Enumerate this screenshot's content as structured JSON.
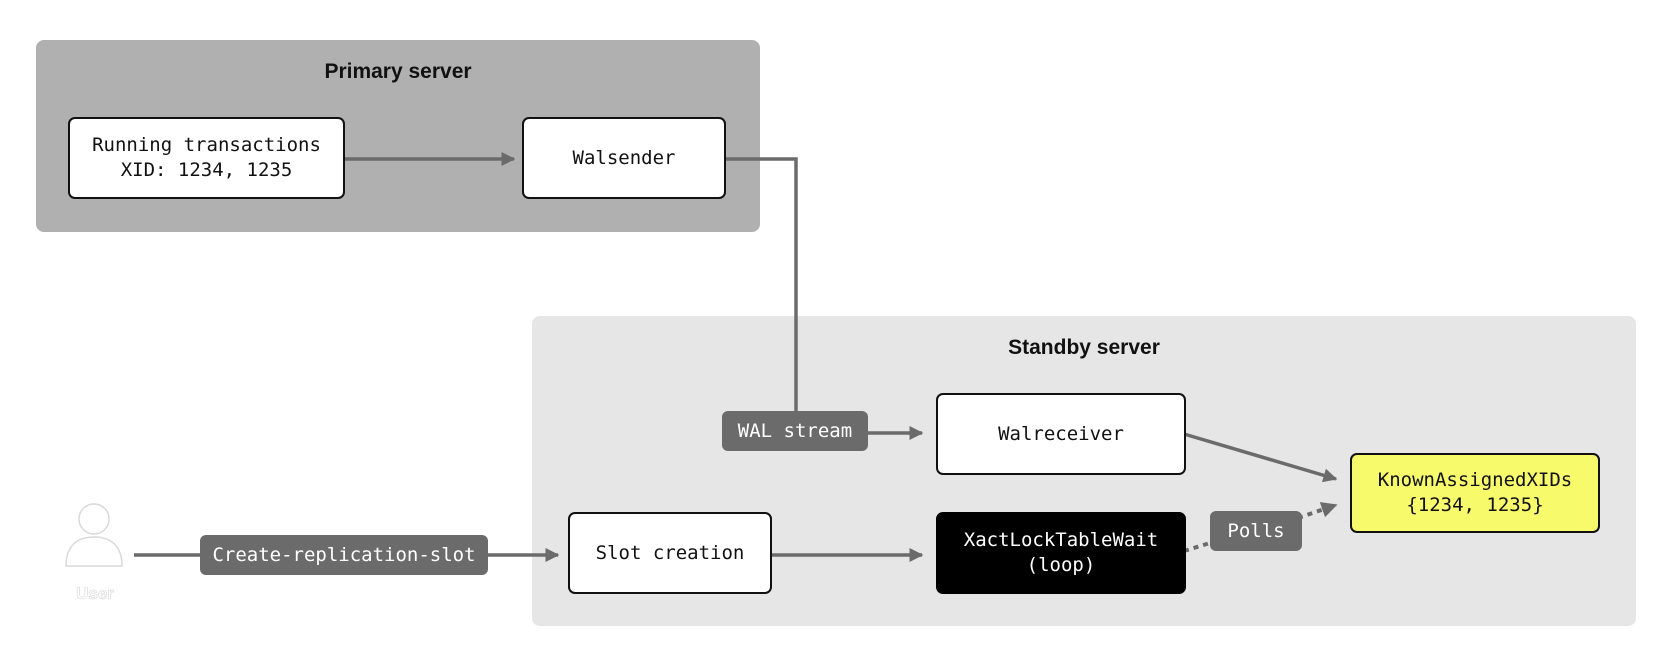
{
  "primary": {
    "title": "Primary server",
    "running_transactions": {
      "line1": "Running transactions",
      "line2": "XID: 1234, 1235"
    },
    "walsender": "Walsender"
  },
  "standby": {
    "title": "Standby server",
    "walreceiver": "Walreceiver",
    "slot_creation": "Slot creation",
    "xact_lock": {
      "line1": "XactLockTableWait",
      "line2": "(loop)"
    },
    "known_xids": {
      "line1": "KnownAssignedXIDs",
      "line2": "{1234, 1235}"
    }
  },
  "edges": {
    "wal_stream": "WAL stream",
    "create_slot": "Create-replication-slot",
    "polls": "Polls"
  },
  "user": {
    "label": "User",
    "icon": "user-icon"
  },
  "colors": {
    "primary_panel": "#b0b0b0",
    "standby_panel": "#e6e6e6",
    "edge": "#6b6b6b",
    "highlight": "#f7fa6b",
    "dark_node": "#000000"
  }
}
